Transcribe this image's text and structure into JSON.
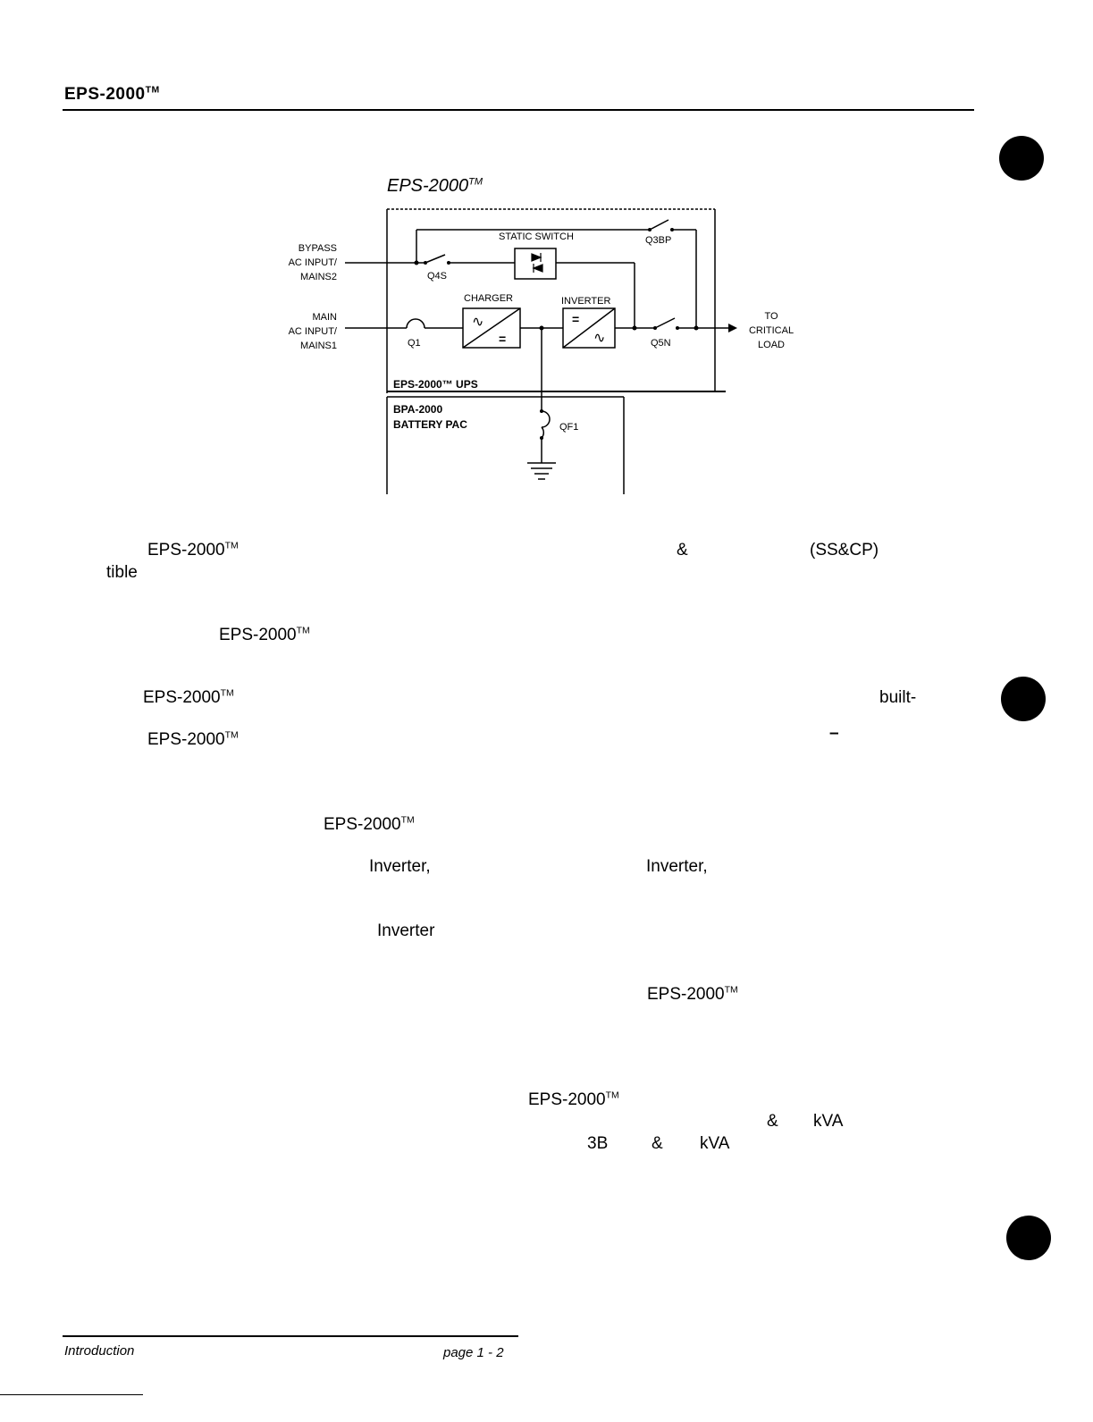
{
  "header": {
    "title": "EPS-2000",
    "tm": "TM"
  },
  "figure": {
    "title": "EPS-2000",
    "title_tm": "TM",
    "labels": {
      "bypass_1": "BYPASS",
      "bypass_2": "AC INPUT/",
      "bypass_3": "MAINS2",
      "main_1": "MAIN",
      "main_2": "AC INPUT/",
      "main_3": "MAINS1",
      "static_switch": "STATIC SWITCH",
      "q3bp": "Q3BP",
      "q4s": "Q4S",
      "charger": "CHARGER",
      "inverter": "INVERTER",
      "q1": "Q1",
      "q5n": "Q5N",
      "to_1": "TO",
      "to_2": "CRITICAL",
      "to_3": "LOAD",
      "ups_label": "EPS-2000™ UPS",
      "bpa_1": "BPA-2000",
      "bpa_2": "BATTERY PAC",
      "qf1": "QF1"
    }
  },
  "body_fragments": [
    {
      "text": "EPS-2000",
      "tm": "TM"
    },
    {
      "text": "&"
    },
    {
      "text": "(SS&CP)"
    },
    {
      "text": "tible"
    },
    {
      "text": "EPS-2000",
      "tm": "TM"
    },
    {
      "text": "EPS-2000",
      "tm": "TM"
    },
    {
      "text": "built-"
    },
    {
      "text": "EPS-2000",
      "tm": "TM"
    },
    {
      "text": "–"
    },
    {
      "text": "EPS-2000",
      "tm": "TM"
    },
    {
      "text": "Inverter,"
    },
    {
      "text": "Inverter,"
    },
    {
      "text": "Inverter"
    },
    {
      "text": "EPS-2000",
      "tm": "TM"
    },
    {
      "text": "EPS-2000",
      "tm": "TM"
    },
    {
      "text": "&"
    },
    {
      "text": "kVA"
    },
    {
      "text": "3B"
    },
    {
      "text": "&"
    },
    {
      "text": "kVA"
    }
  ],
  "footer": {
    "section": "Introduction",
    "page": "page 1 - 2"
  }
}
